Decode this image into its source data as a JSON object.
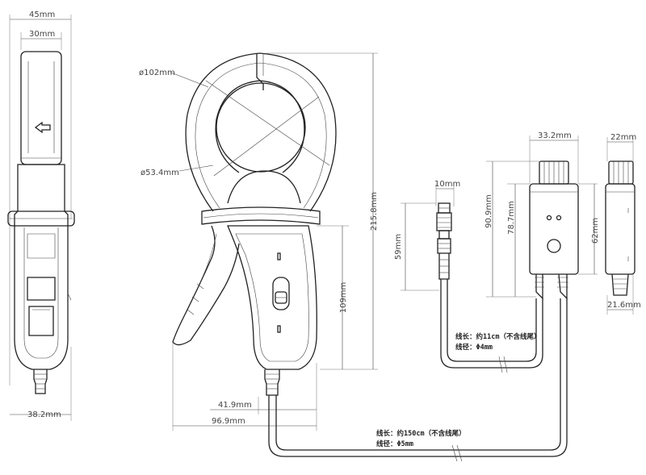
{
  "dimensions": {
    "side_width": "45mm",
    "side_head_width": "30mm",
    "side_bottom_width": "38.2mm",
    "jaw_outer_diameter": "ø102mm",
    "jaw_inner_diameter": "ø53.4mm",
    "total_height": "215.8mm",
    "handle_height": "109mm",
    "handle_width": "41.9mm",
    "total_width": "96.9mm",
    "connector_width": "10mm",
    "connector_height": "59mm",
    "box_width": "33.2mm",
    "box_height_total": "90.9mm",
    "box_height_body": "78.7mm",
    "box_side_height": "62mm",
    "box_side_top_width": "22mm",
    "box_side_bottom_width": "21.6mm"
  },
  "notes": {
    "short_cable_length": "线长：约11cm（不含线尾）",
    "short_cable_diameter": "线径：Φ4mm",
    "long_cable_length": "线长：约150cm（不含线尾）",
    "long_cable_diameter": "线径：Φ5mm"
  }
}
